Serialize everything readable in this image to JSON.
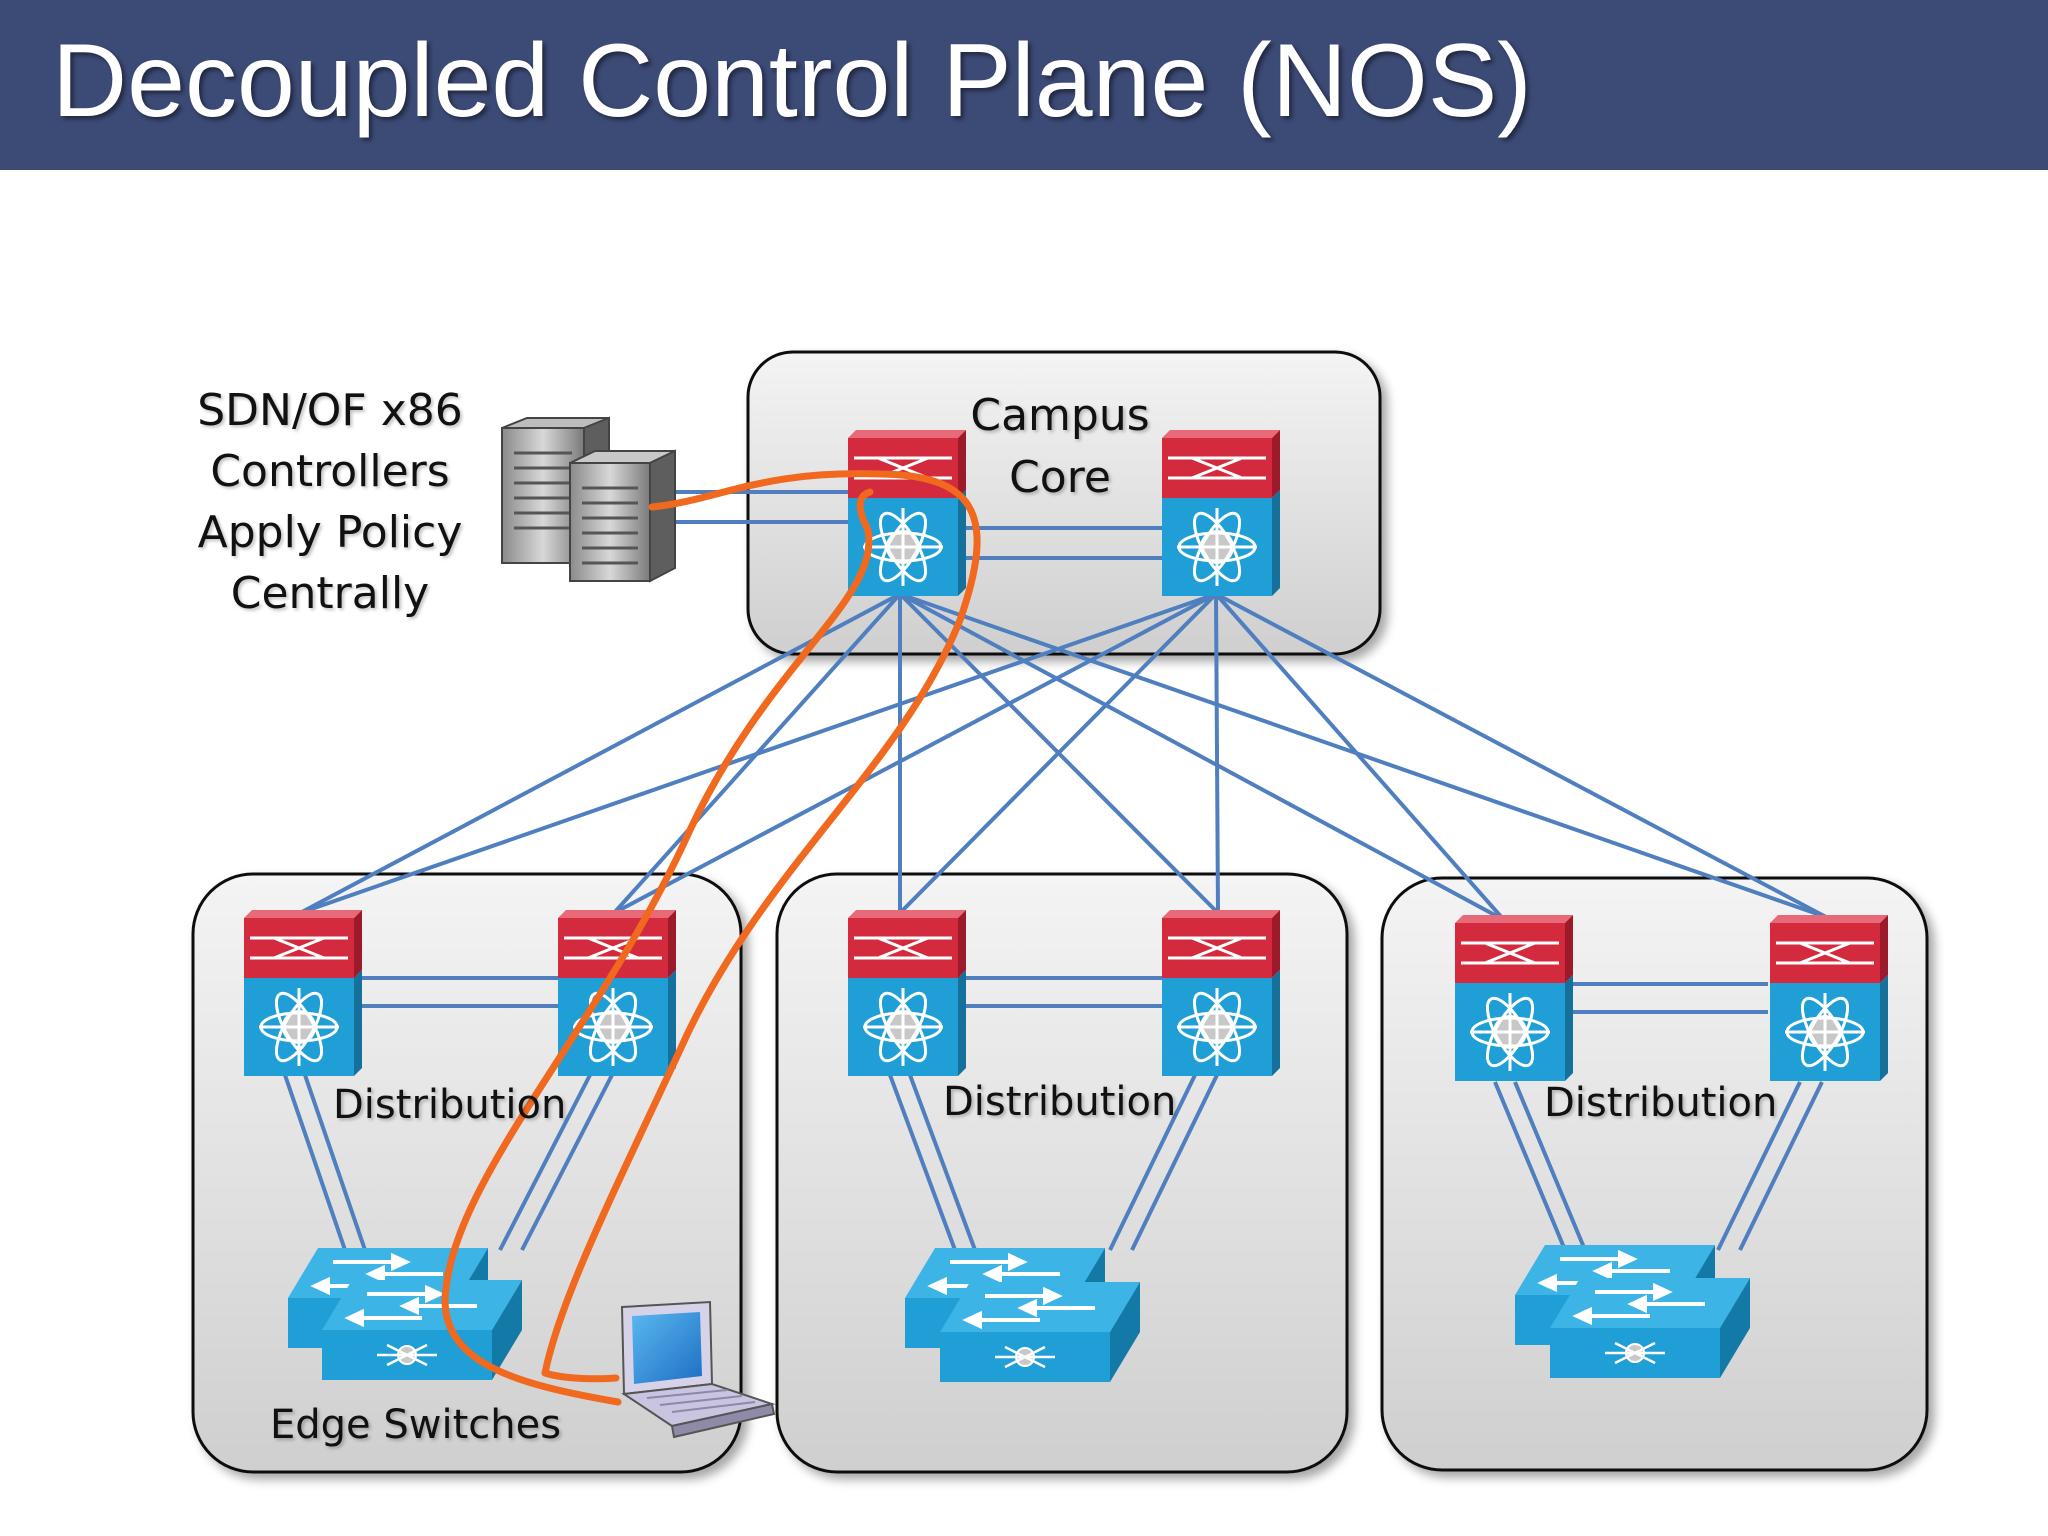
{
  "title": "Decoupled Control Plane (NOS)",
  "controller_label": [
    "SDN/OF x86",
    "Controllers",
    "Apply Policy",
    "Centrally"
  ],
  "core_label": [
    "Campus",
    "Core"
  ],
  "distribution_label": "Distribution",
  "edge_label": "Edge Switches",
  "colors": {
    "title_bar": "#3c4a76",
    "link": "#4f7fbf",
    "control_path": "#f0691e",
    "router_top": "#d32a3d",
    "router_body": "#1f9fd6",
    "group_fill": "#dedede"
  },
  "icons": [
    "server-icon",
    "router-icon",
    "switch-icon",
    "laptop-icon"
  ]
}
